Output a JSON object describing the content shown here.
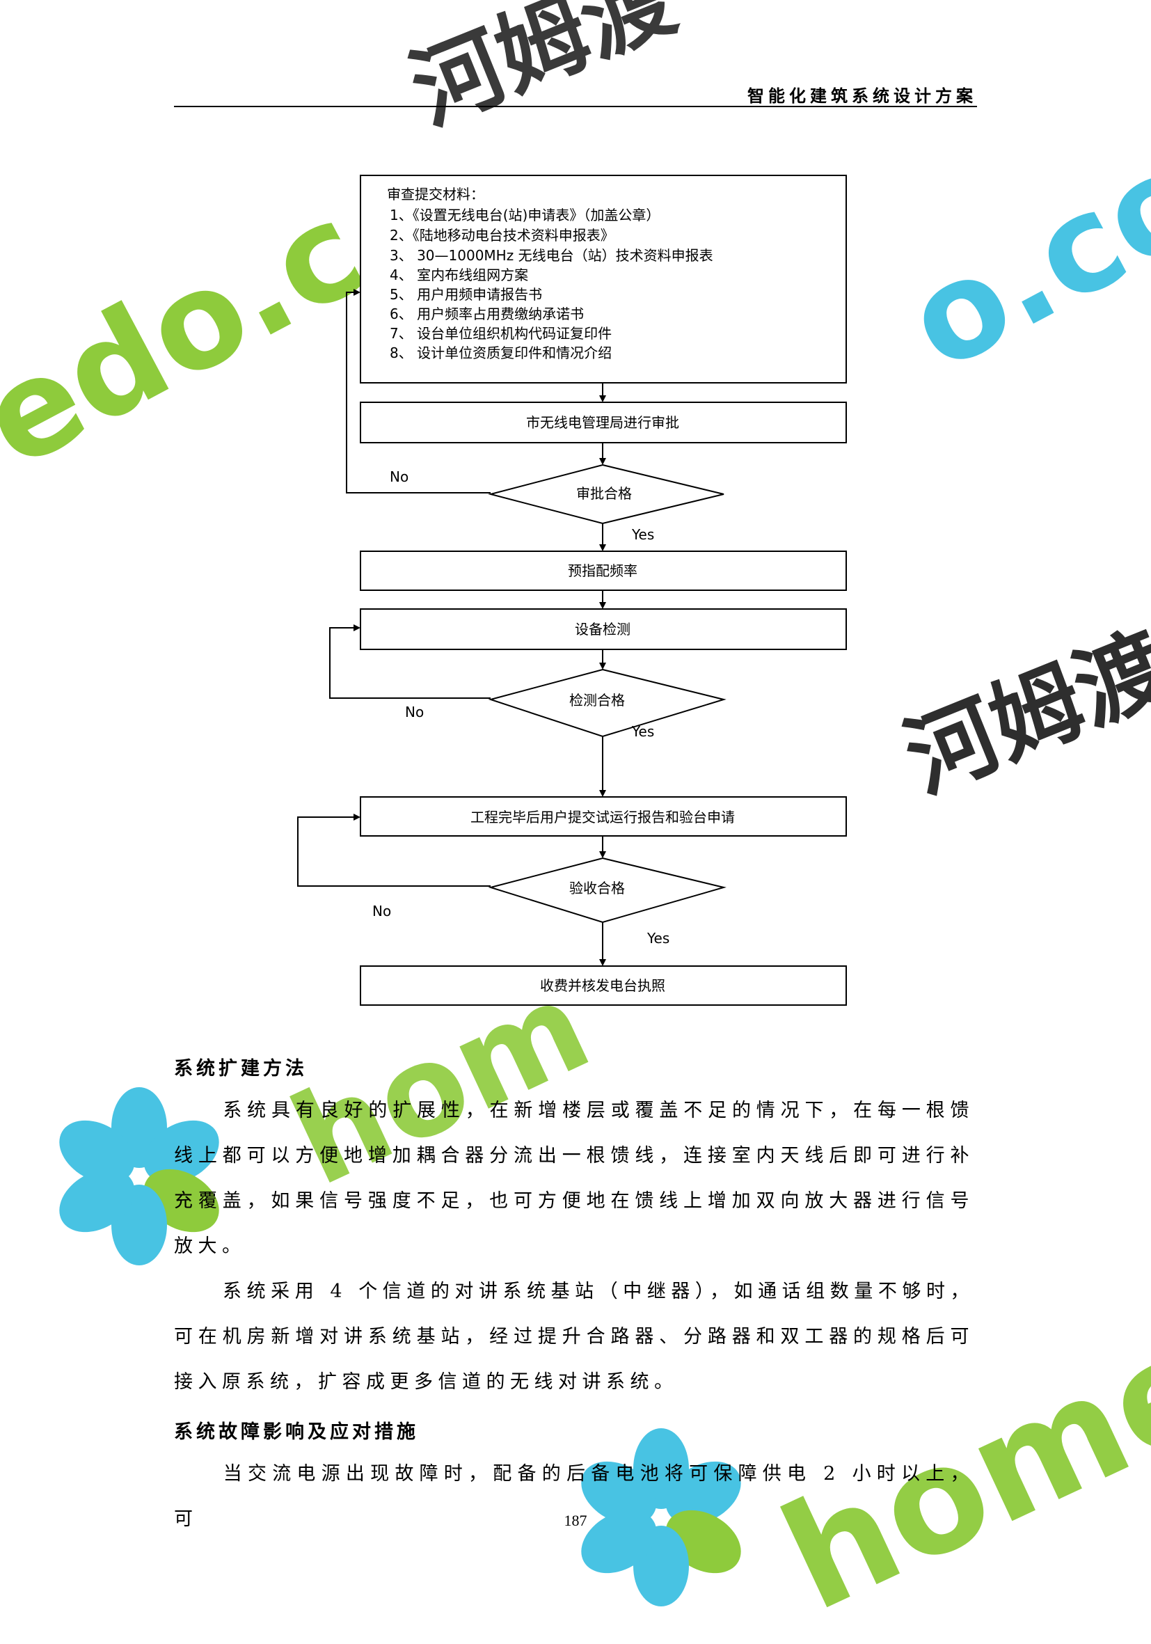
{
  "watermarks": {
    "brand_cn": "河姆渡",
    "domain_fragment_left": "edo.c",
    "domain_fragment_right": "o.com",
    "brand_fragment_middle": "hom",
    "brand_fragment_bottom": "homedo.",
    "colors": {
      "blue": "#48c3e3",
      "green": "#8ecb3c",
      "dark": "#3a3a3a"
    }
  },
  "header": {
    "title": "智能化建筑系统设计方案"
  },
  "flowchart": {
    "materials_title": "审查提交材料：",
    "materials_items": [
      "1、《设置无线电台(站)申请表》（加盖公章）",
      "2、《陆地移动电台技术资料申报表》",
      "3、 30—1000MHz 无线电台（站）技术资料申报表",
      "4、 室内布线组网方案",
      "5、 用户用频申请报告书",
      "6、 用户频率占用费缴纳承诺书",
      "7、 设台单位组织机构代码证复印件",
      "8、 设计单位资质复印件和情况介绍"
    ],
    "step_review": "市无线电管理局进行审批",
    "decision_approval": "审批合格",
    "step_frequency": "预指配频率",
    "step_equipment_test": "设备检测",
    "decision_test": "检测合格",
    "step_completion": "工程完毕后用户提交试运行报告和验台申请",
    "decision_acceptance": "验收合格",
    "step_license": "收费并核发电台执照",
    "yes_label": "Yes",
    "no_label": "No"
  },
  "sections": [
    {
      "heading": "系统扩建方法",
      "paragraphs": [
        "系统具有良好的扩展性，在新增楼层或覆盖不足的情况下，在每一根馈线上都可以方便地增加耦合器分流出一根馈线，连接室内天线后即可进行补充覆盖，如果信号强度不足，也可方便地在馈线上增加双向放大器进行信号放大。",
        "系统采用 4 个信道的对讲系统基站（中继器），如通话组数量不够时，可在机房新增对讲系统基站，经过提升合路器、分路器和双工器的规格后可接入原系统，扩容成更多信道的无线对讲系统。"
      ]
    },
    {
      "heading": "系统故障影响及应对措施",
      "paragraphs": [
        "当交流电源出现故障时，配备的后备电池将可保障供电 2 小时以上，可"
      ]
    }
  ],
  "page_number": "187"
}
